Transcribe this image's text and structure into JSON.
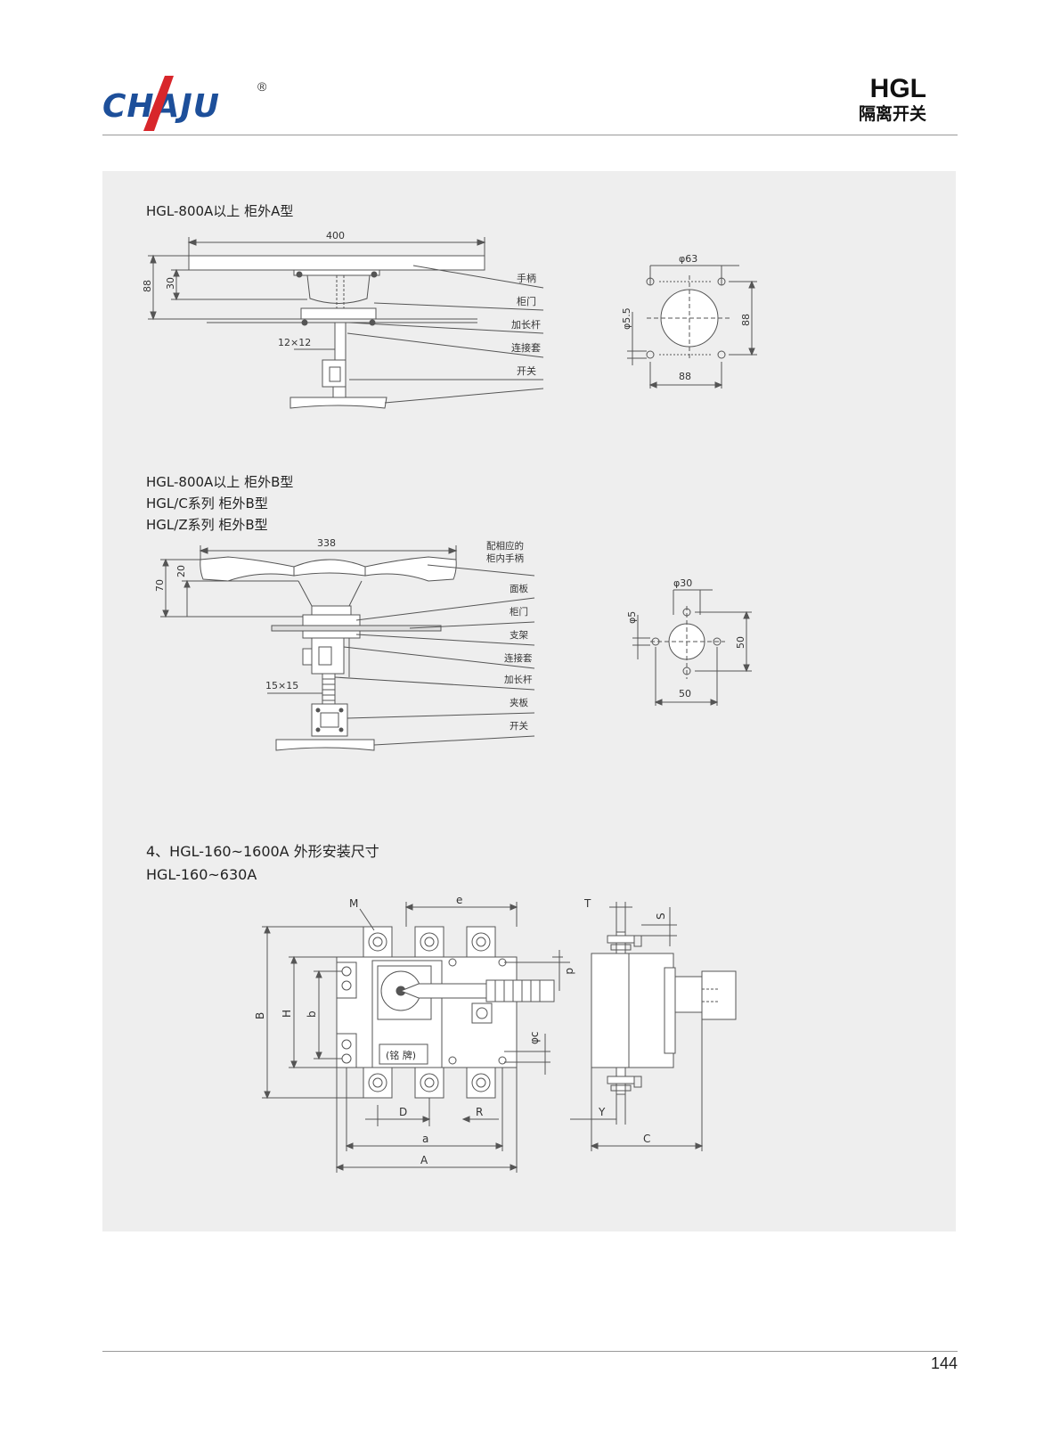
{
  "brand": {
    "logo_text": "CHAJU",
    "registered": "®"
  },
  "header": {
    "model": "HGL",
    "subtitle": "隔离开关"
  },
  "section_a": {
    "title": "HGL-800A以上 柜外A型",
    "dims": {
      "width": "400",
      "height": "88",
      "offset": "30",
      "shaft": "12×12"
    },
    "labels": [
      "手柄",
      "柜门",
      "加长杆",
      "连接套",
      "开关"
    ],
    "cutout": {
      "circle": "φ63",
      "hole": "φ5.5",
      "side_v": "88",
      "side_h": "88"
    }
  },
  "section_b": {
    "title_lines": [
      "HGL-800A以上 柜外B型",
      "HGL/C系列 柜外B型",
      "HGL/Z系列 柜外B型"
    ],
    "dims": {
      "width": "338",
      "height": "70",
      "offset": "20",
      "shaft": "15×15"
    },
    "labels": [
      "配相应的",
      "柜内手柄",
      "面板",
      "柜门",
      "支架",
      "连接套",
      "加长杆",
      "夹板",
      "开关"
    ],
    "cutout": {
      "circle": "φ30",
      "hole": "φ5",
      "side_v": "50",
      "side_h": "50"
    }
  },
  "section_c": {
    "title": "4、HGL-160~1600A 外形安装尺寸",
    "subtitle": "HGL-160~630A",
    "dims": {
      "M": "M",
      "e": "e",
      "T": "T",
      "S": "S",
      "d": "d",
      "B": "B",
      "H": "H",
      "b": "b",
      "phic": "φc",
      "D": "D",
      "R": "R",
      "a": "a",
      "A": "A",
      "Y": "Y",
      "C": "C"
    },
    "nameplate": "(铭 牌)"
  },
  "footer": {
    "page": "144"
  },
  "colors": {
    "brand_blue": "#1d4f9a",
    "brand_red": "#d8262b",
    "line": "#555555",
    "panel": "#eeeeee"
  }
}
